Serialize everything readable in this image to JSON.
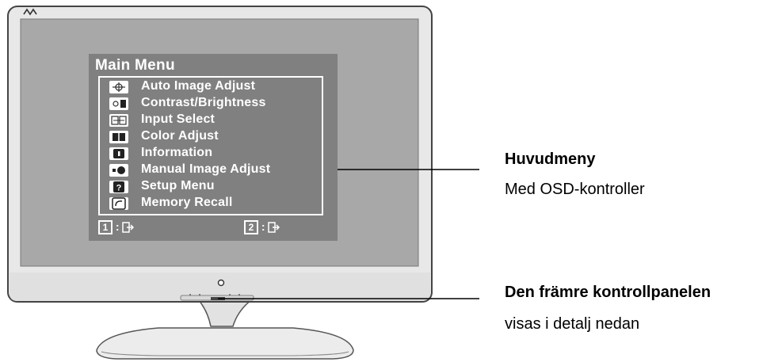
{
  "osd": {
    "title": "Main Menu",
    "items": [
      {
        "label": "Auto Image Adjust",
        "icon": "crosshair-icon"
      },
      {
        "label": "Contrast/Brightness",
        "icon": "brightness-icon"
      },
      {
        "label": "Input Select",
        "icon": "input-icon"
      },
      {
        "label": "Color Adjust",
        "icon": "color-icon"
      },
      {
        "label": "Information",
        "icon": "info-icon"
      },
      {
        "label": "Manual Image Adjust",
        "icon": "manual-adjust-icon"
      },
      {
        "label": "Setup Menu",
        "icon": "question-icon"
      },
      {
        "label": "Memory Recall",
        "icon": "recall-icon"
      }
    ],
    "key1": "1",
    "key2": "2",
    "key_sep": ":"
  },
  "callouts": {
    "main_menu_title": "Huvudmeny",
    "main_menu_sub": "Med OSD-kontroller",
    "panel_title": "Den främre kontrollpanelen",
    "panel_sub": "visas i detalj nedan"
  },
  "colors": {
    "bezel": "#e7e7e7",
    "screen": "#a9a9a9",
    "osd_bg": "#808080",
    "text": "#000000"
  }
}
